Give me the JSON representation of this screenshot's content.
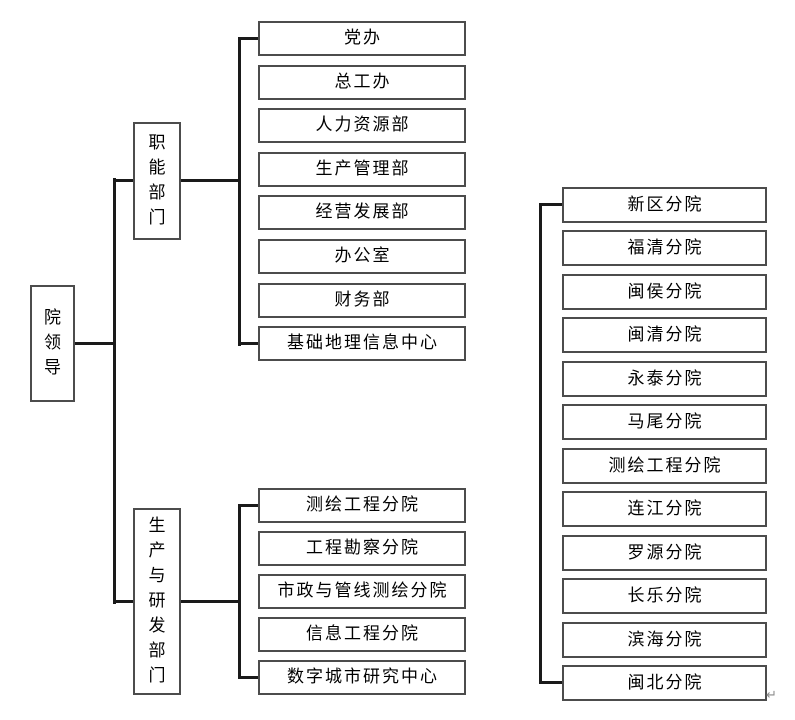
{
  "root": {
    "label": "院领导"
  },
  "branches": [
    {
      "label": "职能部门",
      "children": [
        "党办",
        "总工办",
        "人力资源部",
        "生产管理部",
        "经营发展部",
        "办公室",
        "财务部",
        "基础地理信息中心"
      ]
    },
    {
      "label": "生产与研发部门",
      "children": [
        "测绘工程分院",
        "工程勘察分院",
        "市政与管线测绘分院",
        "信息工程分院",
        "数字城市研究中心"
      ]
    }
  ],
  "right_column": {
    "items": [
      "新区分院",
      "福清分院",
      "闽侯分院",
      "闽清分院",
      "永泰分院",
      "马尾分院",
      "测绘工程分院",
      "连江分院",
      "罗源分院",
      "长乐分院",
      "滨海分院",
      "闽北分院"
    ]
  },
  "meta": {
    "paragraph_mark": "↵"
  },
  "colors": {
    "background": "#ffffff",
    "box_border": "#4c4c4c",
    "connector": "#1a1a1a",
    "text": "#000000"
  }
}
